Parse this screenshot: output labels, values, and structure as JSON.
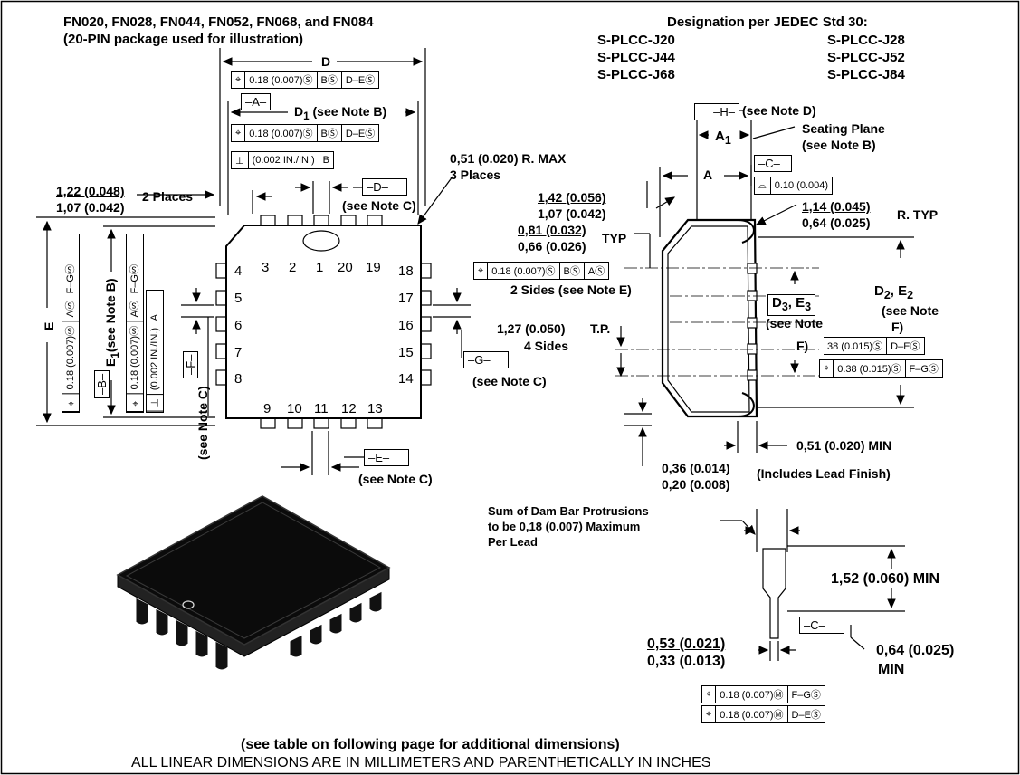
{
  "header": {
    "devices": "FN020, FN028, FN044, FN052, FN068, and FN084",
    "package_note": "(20-PIN package used for illustration)",
    "designation_title": "Designation per JEDEC Std 30:",
    "designations": [
      "S-PLCC-J20",
      "S-PLCC-J28",
      "S-PLCC-J44",
      "S-PLCC-J52",
      "S-PLCC-J68",
      "S-PLCC-J84"
    ]
  },
  "top_view": {
    "dim_d": "D",
    "fcf_d": [
      "⌖",
      "0.18 (0.007)Ⓢ",
      "BⓈ",
      "D–EⓈ"
    ],
    "datum_a": "–A–",
    "dim_d1": "D",
    "dim_d1_sub": "1",
    "dim_d1_note": " (see Note B)",
    "fcf_d1": [
      "⌖",
      "0.18 (0.007)Ⓢ",
      "BⓈ",
      "D–EⓈ"
    ],
    "fcf_perp": [
      "⊥",
      "(0.002 IN./IN.)",
      "B"
    ],
    "chamfer_num": "1,22 (0.048)",
    "chamfer_den": "1,07 (0.042)",
    "two_places": "2 Places",
    "radius_max": "0,51 (0.020) R. MAX",
    "three_places": "3 Places",
    "datum_d": "–D–",
    "see_note_c_d": "(see Note C)",
    "pins_top": [
      "3",
      "2",
      "1",
      "20",
      "19"
    ],
    "pins_left": [
      "4",
      "5",
      "6",
      "7",
      "8"
    ],
    "pins_right": [
      "18",
      "17",
      "16",
      "15",
      "14"
    ],
    "pins_bottom": [
      "9",
      "10",
      "11",
      "12",
      "13"
    ],
    "datum_g": "–G–",
    "see_note_c_g": "(see Note C)",
    "datum_e": "–E–",
    "see_note_c_e": "(see Note C)",
    "dim_e": "E",
    "dim_e1": "E",
    "dim_e1_sub": "1",
    "dim_e1_note": "(see Note B)",
    "datum_b": "–B–",
    "datum_f": "–F–",
    "see_note_c_f": "(see Note C)",
    "fcf_e": [
      "⌖",
      "0.18 (0.007)Ⓢ",
      "AⓈ",
      "F–GⓈ"
    ],
    "fcf_e1": [
      "⌖",
      "0.18 (0.007)Ⓢ",
      "AⓈ",
      "F–GⓈ"
    ],
    "fcf_e1_perp": [
      "⊥",
      "(0.002 IN./IN.)",
      "A"
    ]
  },
  "side_view": {
    "datum_h": "–H–",
    "see_note_d": "(see Note D)",
    "dim_a1": "A",
    "dim_a1_sub": "1",
    "seating_plane": "Seating Plane",
    "see_note_b": "(see Note B)",
    "datum_c": "–C–",
    "dim_a": "A",
    "flat_tol": [
      "⌓",
      "0.10 (0.004)"
    ],
    "t1_num": "1,42 (0.056)",
    "t1_den": "1,07 (0.042)",
    "t2_num": "0,81 (0.032)",
    "t2_den": "0,66 (0.026)",
    "typ": "TYP",
    "r_num": "1,14 (0.045)",
    "r_den": "0,64 (0.025)",
    "r_typ": "R. TYP",
    "fcf_lead": [
      "⌖",
      "0.18 (0.007)Ⓢ",
      "BⓈ",
      "AⓈ"
    ],
    "two_sides": "2 Sides (see Note E)",
    "d3e3": "D",
    "d3e3_mid": "3",
    "d3e3_e": ", E",
    "d3e3_sub": "3",
    "see_note": "(see Note",
    "f_close": "F)",
    "d2e2": "D",
    "d2e2_mid": "2",
    "d2e2_e": ", E",
    "d2e2_sub": "2",
    "see_note2": "(see Note",
    "f_close2": "F)",
    "pitch": "1,27 (0.050)",
    "tp": "T.P.",
    "four_sides": "4 Sides",
    "fcf_38a": [
      "38 (0.015)Ⓢ",
      "D–EⓈ"
    ],
    "fcf_38b": [
      "⌖",
      "0.38 (0.015)Ⓢ",
      "F–GⓈ"
    ],
    "min051": "0,51 (0.020) MIN",
    "w_num": "0,36 (0.014)",
    "w_den": "0,20 (0.008)",
    "lead_finish": "(Includes Lead Finish)"
  },
  "detail_view": {
    "dam_bar_1": "Sum of Dam Bar Protrusions",
    "dam_bar_2": "to be 0,18 (0.007) Maximum",
    "dam_bar_3": "Per Lead",
    "min152": "1,52 (0.060) MIN",
    "datum_c": "–C–",
    "lw_num": "0,53 (0.021)",
    "lw_den": "0,33 (0.013)",
    "min064_1": "0,64 (0.025)",
    "min064_2": "MIN",
    "fcf_m1": [
      "⌖",
      "0.18 (0.007)Ⓜ",
      "F–GⓈ"
    ],
    "fcf_m2": [
      "⌖",
      "0.18 (0.007)Ⓜ",
      "D–EⓈ"
    ]
  },
  "footer": {
    "note": "(see table on following page for additional dimensions)",
    "units": "ALL LINEAR DIMENSIONS ARE IN MILLIMETERS AND PARENTHETICALLY IN INCHES"
  }
}
